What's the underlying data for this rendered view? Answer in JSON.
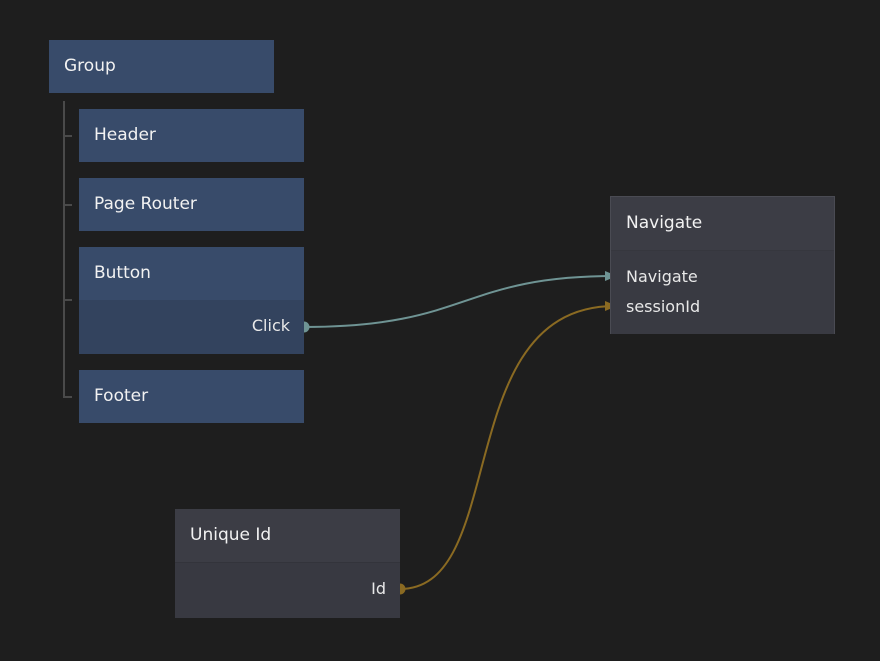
{
  "group": {
    "label": "Group"
  },
  "children": [
    {
      "label": "Header"
    },
    {
      "label": "Page Router"
    },
    {
      "label": "Button",
      "output": "Click"
    },
    {
      "label": "Footer"
    }
  ],
  "navigate": {
    "label": "Navigate",
    "inputs": [
      "Navigate",
      "sessionId"
    ]
  },
  "unique_id": {
    "label": "Unique Id",
    "output": "Id"
  },
  "colors": {
    "signal_wire": "#6f9494",
    "string_wire": "#8a6a22"
  }
}
